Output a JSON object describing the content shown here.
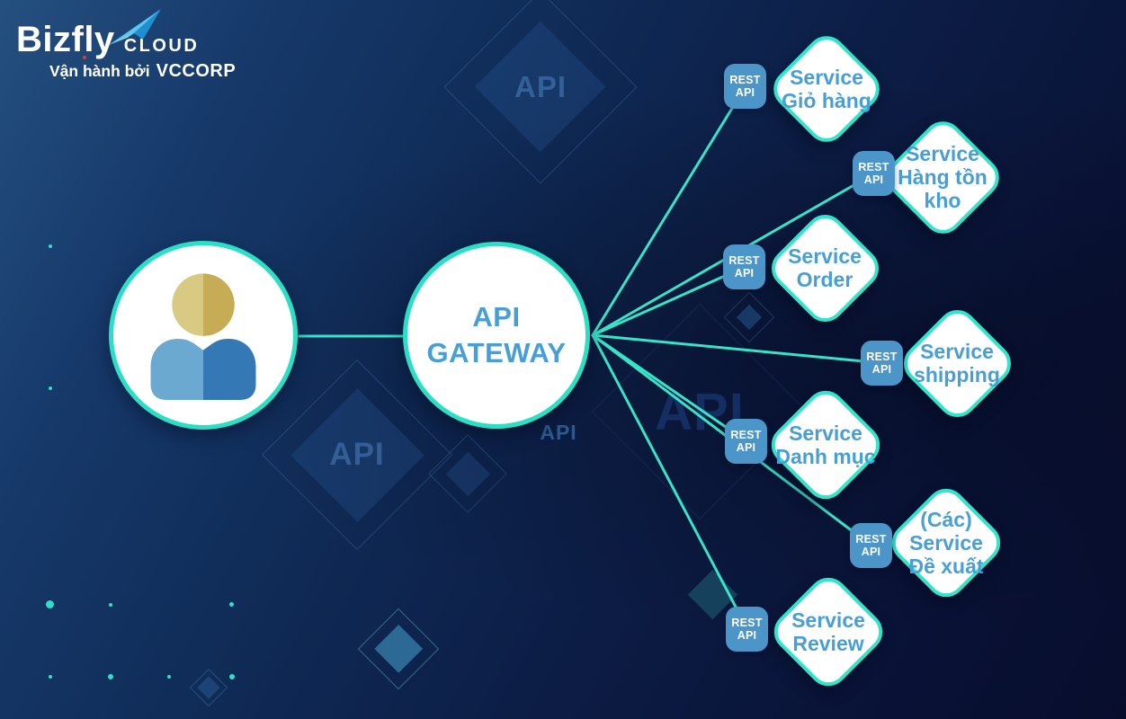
{
  "logo": {
    "brand": "Bizfly",
    "brand_suffix": "CLOUD",
    "operated_by": "Vận hành bởi",
    "operator": "VCCORP"
  },
  "gateway": {
    "line1": "API",
    "line2": "GATEWAY"
  },
  "rest_api_badge": {
    "line1": "REST",
    "line2": "API"
  },
  "services": [
    {
      "lines": [
        "Service",
        "Giỏ hàng"
      ]
    },
    {
      "lines": [
        "Service",
        "Hàng tồn",
        "kho"
      ]
    },
    {
      "lines": [
        "Service",
        "Order"
      ]
    },
    {
      "lines": [
        "Service",
        "shipping"
      ]
    },
    {
      "lines": [
        "Service",
        "Danh mục"
      ]
    },
    {
      "lines": [
        "(Các)",
        "Service",
        "Đề xuất"
      ]
    },
    {
      "lines": [
        "Service",
        "Review"
      ]
    }
  ],
  "watermarks": {
    "label": "API"
  },
  "colors": {
    "accent_teal": "#36e2c9",
    "service_text": "#479fd6",
    "badge_blue": "#4b95c8",
    "background_light": "#24507f",
    "background_dark": "#080d2c"
  }
}
